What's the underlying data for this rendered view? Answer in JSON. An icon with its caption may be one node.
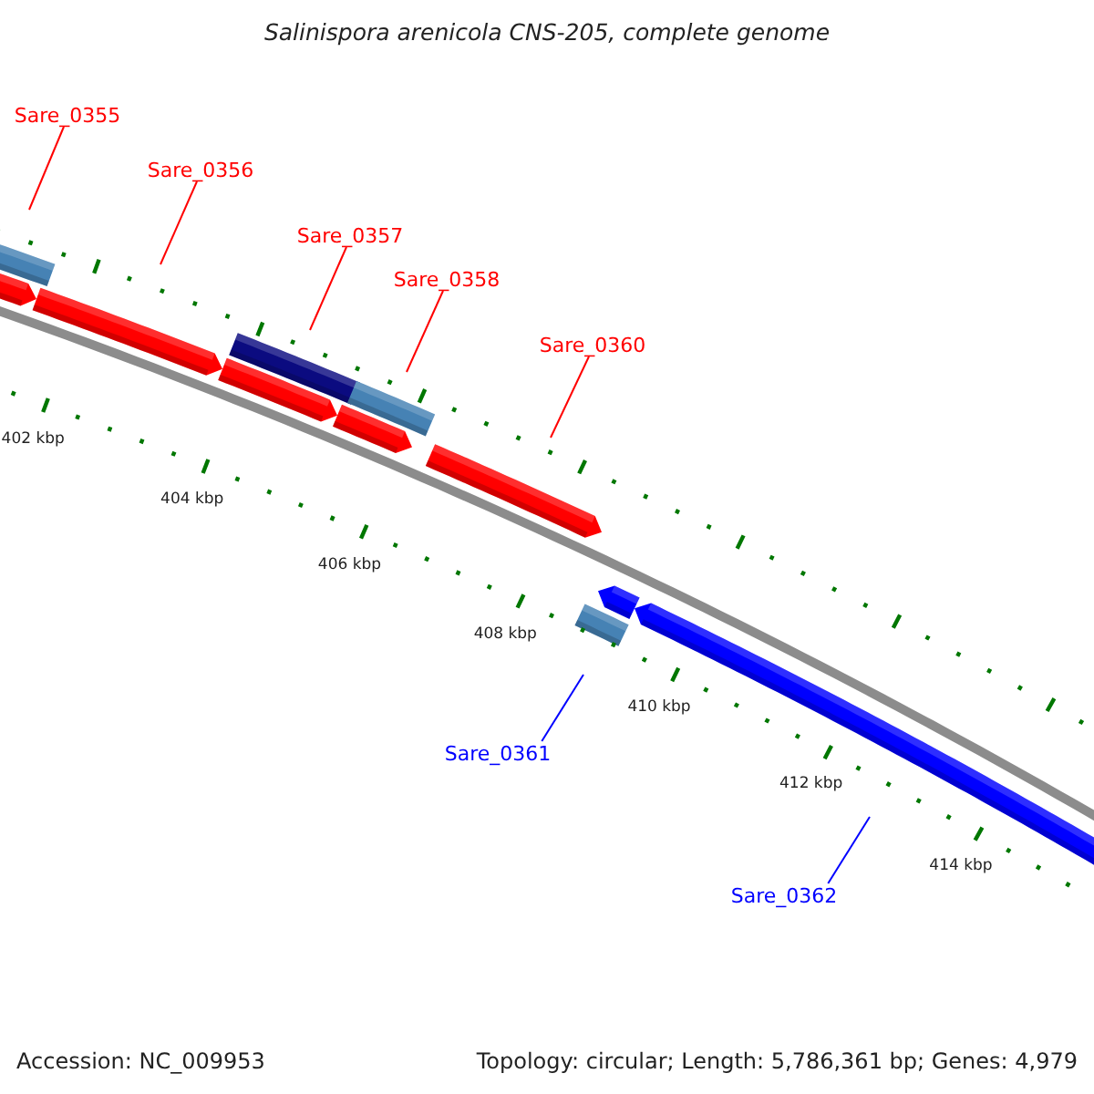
{
  "diagram": {
    "title": "Salinispora arenicola CNS-205, complete genome",
    "nodes": [
      {
        "text": [
          "Sare_0355"
        ]
      },
      {
        "text": [
          "Sare_0356"
        ]
      },
      {
        "text": [
          "Sare_0357"
        ]
      },
      {
        "text": [
          "Sare_0358"
        ]
      },
      {
        "text": [
          "Sare_0360"
        ]
      },
      {
        "text": [
          "Sare_0361"
        ]
      },
      {
        "text": [
          "Sare_0362"
        ]
      }
    ],
    "edges": [
      {
        "from": 0,
        "to": null,
        "arrow": "none"
      },
      {
        "from": 1,
        "to": null,
        "arrow": "none"
      },
      {
        "from": 2,
        "to": null,
        "arrow": "none"
      },
      {
        "from": 3,
        "to": null,
        "arrow": "none"
      },
      {
        "from": 4,
        "to": null,
        "arrow": "none"
      },
      {
        "from": 5,
        "to": null,
        "arrow": "none",
        "color": "#0000ff"
      },
      {
        "from": 6,
        "to": null,
        "arrow": "none",
        "color": "#0000ff"
      }
    ],
    "labels": [
      "402 kbp",
      "404 kbp",
      "406 kbp",
      "408 kbp",
      "410 kbp",
      "412 kbp",
      "414 kbp",
      "Accession: NC_009953",
      "Topology: circular; Length: 5,786,361 bp; Genes: 4,979"
    ]
  }
}
